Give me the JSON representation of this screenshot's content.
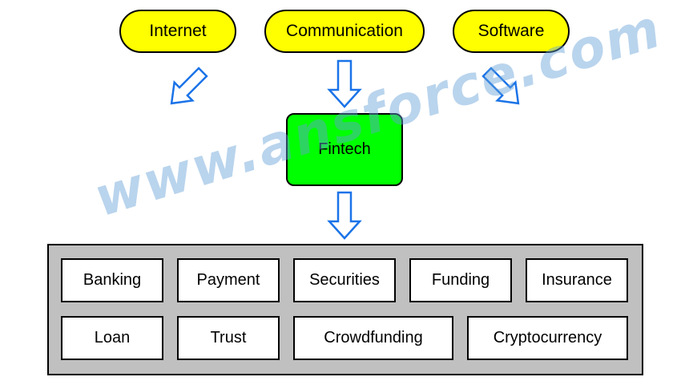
{
  "sources": {
    "internet": "Internet",
    "communication": "Communication",
    "software": "Software"
  },
  "center": "Fintech",
  "services": {
    "row1": [
      "Banking",
      "Payment",
      "Securities",
      "Funding",
      "Insurance"
    ],
    "row2": [
      "Loan",
      "Trust",
      "Crowdfunding",
      "Cryptocurrency"
    ]
  },
  "watermark": "www.ansforce.com",
  "colors": {
    "source_fill": "#ffff00",
    "center_fill": "#00ff00",
    "panel_fill": "#c0c0c0",
    "arrow_stroke": "#1a73e8"
  }
}
